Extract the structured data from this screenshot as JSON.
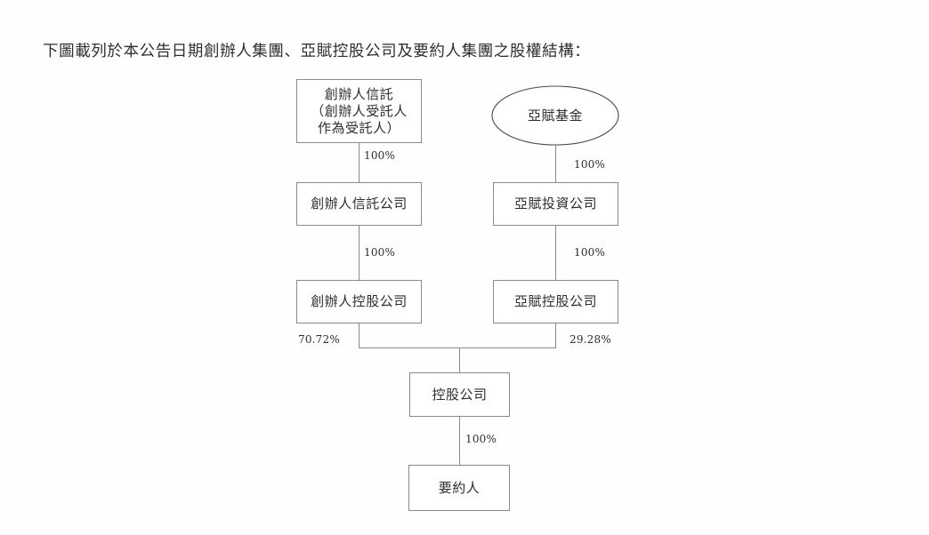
{
  "document": {
    "intro_text": "下圖載列於本公告日期創辦人集團、亞賦控股公司及要約人集團之股權結構："
  },
  "chart_data": {
    "type": "diagram",
    "title": "下圖載列於本公告日期創辦人集團、亞賦控股公司及要約人集團之股權結構：",
    "diagram_kind": "org-shareholding-structure",
    "nodes": [
      {
        "id": "founder-trust",
        "label": "創辦人信託\n（創辦人受託人\n作為受託人）",
        "shape": "rectangle",
        "column": "left",
        "level": 1
      },
      {
        "id": "yafu-fund",
        "label": "亞賦基金",
        "shape": "ellipse",
        "column": "right",
        "level": 1
      },
      {
        "id": "founder-trust-co",
        "label": "創辦人信託公司",
        "shape": "rectangle",
        "column": "left",
        "level": 2
      },
      {
        "id": "yafu-investment",
        "label": "亞賦投資公司",
        "shape": "rectangle",
        "column": "right",
        "level": 2
      },
      {
        "id": "founder-holding",
        "label": "創辦人控股公司",
        "shape": "rectangle",
        "column": "left",
        "level": 3
      },
      {
        "id": "yafu-holding",
        "label": "亞賦控股公司",
        "shape": "rectangle",
        "column": "right",
        "level": 3
      },
      {
        "id": "holdco",
        "label": "控股公司",
        "shape": "rectangle",
        "column": "center",
        "level": 4
      },
      {
        "id": "offeror",
        "label": "要約人",
        "shape": "rectangle",
        "column": "center",
        "level": 5
      }
    ],
    "edges": [
      {
        "from": "founder-trust",
        "to": "founder-trust-co",
        "label": "100%"
      },
      {
        "from": "yafu-fund",
        "to": "yafu-investment",
        "label": "100%"
      },
      {
        "from": "founder-trust-co",
        "to": "founder-holding",
        "label": "100%"
      },
      {
        "from": "yafu-investment",
        "to": "yafu-holding",
        "label": "100%"
      },
      {
        "from": "founder-holding",
        "to": "holdco",
        "label": "70.72%"
      },
      {
        "from": "yafu-holding",
        "to": "holdco",
        "label": "29.28%"
      },
      {
        "from": "holdco",
        "to": "offeror",
        "label": "100%"
      }
    ],
    "colors": {
      "background": "#fefefe",
      "node_border": "#8a8a8a",
      "node_fill": "#ffffff",
      "connector": "#8a8a8a",
      "text": "#2e2e2e"
    }
  }
}
